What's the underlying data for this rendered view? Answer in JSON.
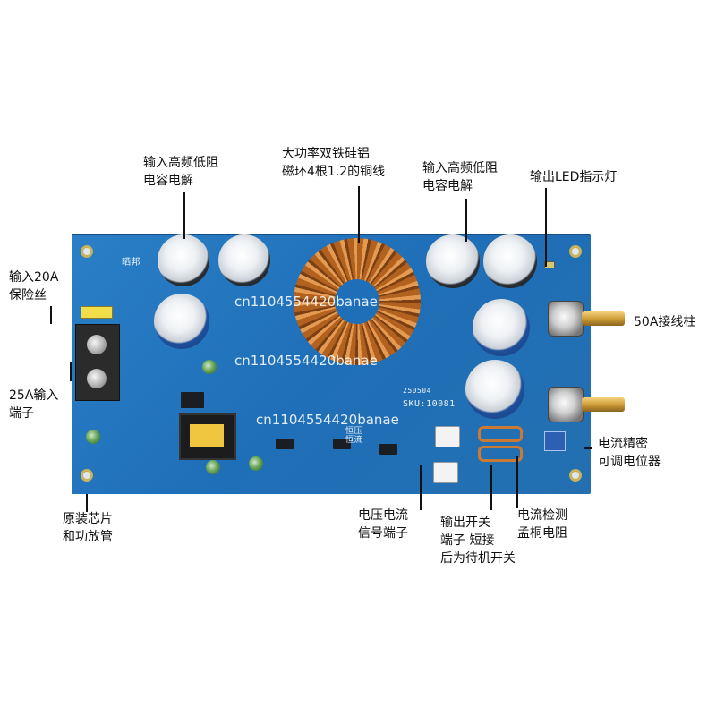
{
  "labels": {
    "input_cap_left": [
      "输入高频低阻",
      "电容电解"
    ],
    "inductor": [
      "大功率双铁硅铝",
      "磁环4根1.2的铜线"
    ],
    "input_cap_right": [
      "输入高频低阻",
      "电容电解"
    ],
    "output_led": "输出LED指示灯",
    "fuse": [
      "输入20A",
      "保险丝"
    ],
    "post": "50A接线柱",
    "input_terminal": [
      "25A输入",
      "端子"
    ],
    "pot": [
      "电流精密",
      "可调电位器"
    ],
    "chip": [
      "原装芯片",
      "和功放管"
    ],
    "signal_terminal": [
      "电压电流",
      "信号端子"
    ],
    "output_switch": [
      "输出开关",
      "端子 短接",
      "后为待机开关"
    ],
    "shunt": [
      "电流检测",
      "孟桐电阻"
    ]
  },
  "board_text": {
    "brand": "晒邦",
    "batch": "250504",
    "sku": "SKU:10081",
    "constant_voltage": "恒压",
    "constant_current": "恒流"
  },
  "watermark": "cn1104554420banae",
  "colors": {
    "pcb": "#1f6fb8",
    "copper": "#c97a35",
    "label_text": "#111111"
  }
}
